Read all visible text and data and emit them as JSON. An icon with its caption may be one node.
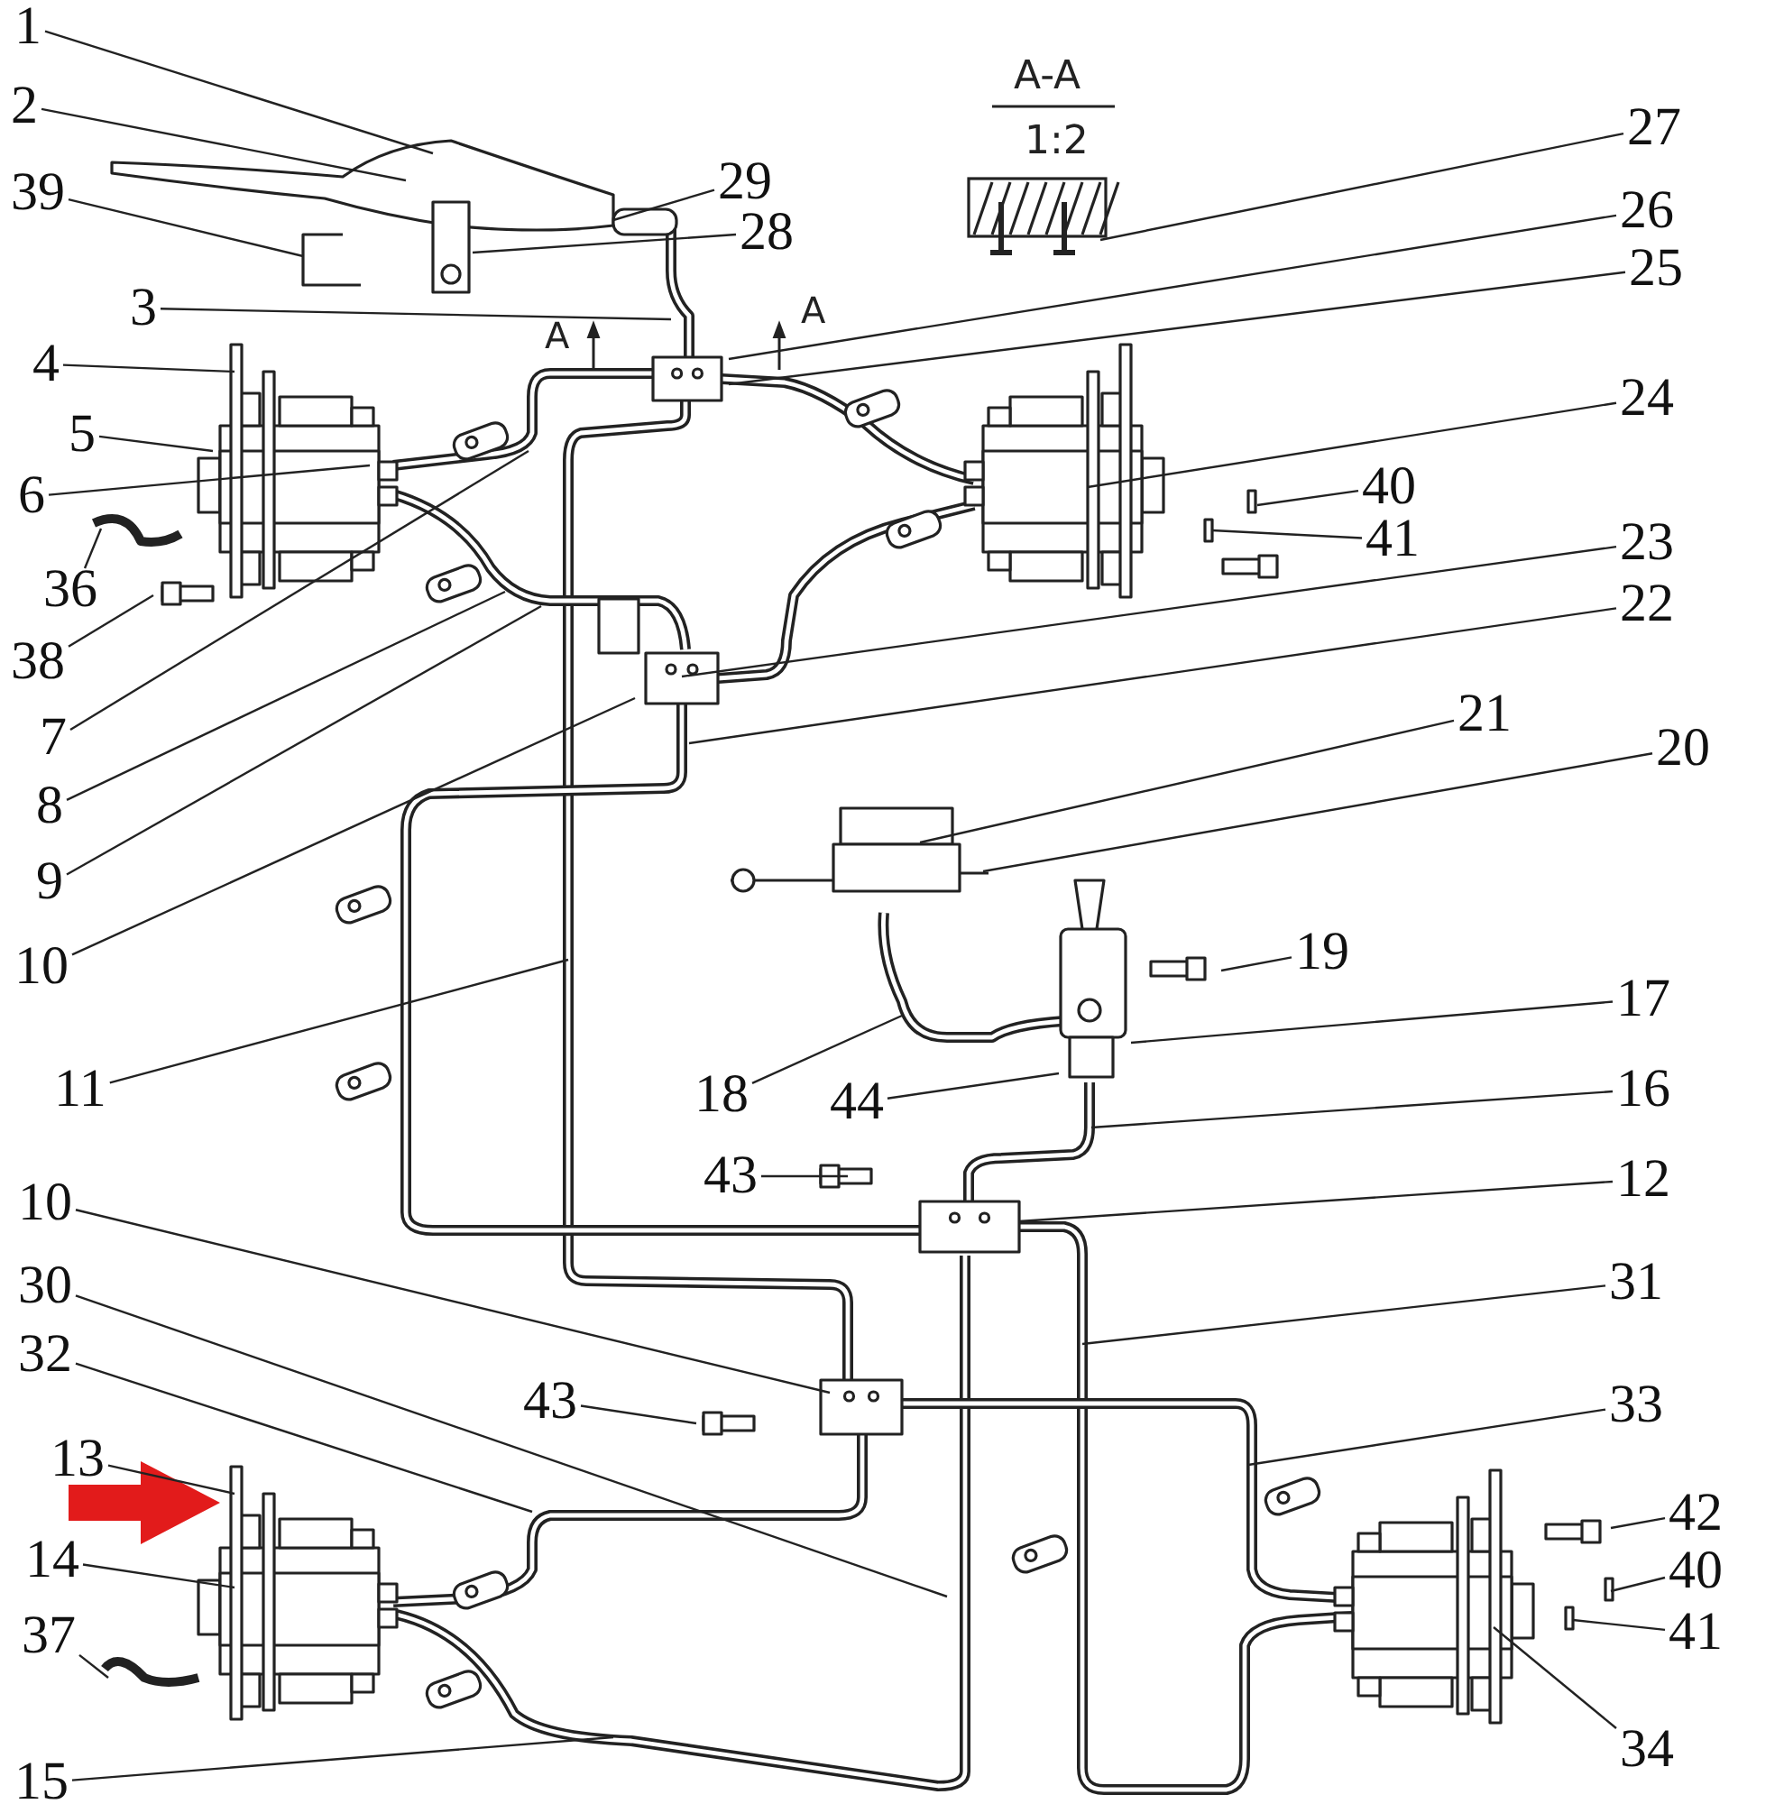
{
  "diagram": {
    "nodes": [
      {
        "text": [
          "1"
        ]
      },
      {
        "text": [
          "2"
        ]
      },
      {
        "text": [
          "27"
        ]
      },
      {
        "text": [
          "29"
        ]
      },
      {
        "text": [
          "39"
        ]
      },
      {
        "text": [
          "28"
        ]
      },
      {
        "text": [
          "26"
        ]
      },
      {
        "text": [
          "3"
        ]
      },
      {
        "text": [
          "25"
        ]
      },
      {
        "text": [
          "4"
        ]
      },
      {
        "text": [
          "24"
        ]
      },
      {
        "text": [
          "5"
        ]
      },
      {
        "text": [
          "40"
        ]
      },
      {
        "text": [
          "6"
        ]
      },
      {
        "text": [
          "41"
        ]
      },
      {
        "text": [
          "23"
        ]
      },
      {
        "text": [
          "36"
        ]
      },
      {
        "text": [
          "22"
        ]
      },
      {
        "text": [
          "38"
        ]
      },
      {
        "text": [
          "7"
        ]
      },
      {
        "text": [
          "21"
        ]
      },
      {
        "text": [
          "20"
        ]
      },
      {
        "text": [
          "8"
        ]
      },
      {
        "text": [
          "9"
        ]
      },
      {
        "text": [
          "19"
        ]
      },
      {
        "text": [
          "10"
        ]
      },
      {
        "text": [
          "17"
        ]
      },
      {
        "text": [
          "11"
        ]
      },
      {
        "text": [
          "18"
        ]
      },
      {
        "text": [
          "44"
        ]
      },
      {
        "text": [
          "16"
        ]
      },
      {
        "text": [
          "43"
        ]
      },
      {
        "text": [
          "12"
        ]
      },
      {
        "text": [
          "10"
        ]
      },
      {
        "text": [
          "31"
        ]
      },
      {
        "text": [
          "30"
        ]
      },
      {
        "text": [
          "32"
        ]
      },
      {
        "text": [
          "43"
        ]
      },
      {
        "text": [
          "33"
        ]
      },
      {
        "text": [
          "13"
        ]
      },
      {
        "text": [
          "42"
        ]
      },
      {
        "text": [
          "14"
        ]
      },
      {
        "text": [
          "40"
        ]
      },
      {
        "text": [
          "37"
        ]
      },
      {
        "text": [
          "41"
        ]
      },
      {
        "text": [
          "34"
        ]
      },
      {
        "text": [
          "15"
        ]
      }
    ],
    "edges": [
      {
        "from": 0,
        "to": null,
        "arrow": "none"
      },
      {
        "from": 1,
        "to": null,
        "arrow": "none"
      },
      {
        "from": 2,
        "to": null,
        "arrow": "none"
      },
      {
        "from": 3,
        "to": null,
        "arrow": "none"
      },
      {
        "from": 4,
        "to": null,
        "arrow": "none"
      },
      {
        "from": 5,
        "to": null,
        "arrow": "none"
      },
      {
        "from": 6,
        "to": null,
        "arrow": "none"
      },
      {
        "from": 7,
        "to": null,
        "arrow": "none"
      },
      {
        "from": 8,
        "to": null,
        "arrow": "none"
      },
      {
        "from": 9,
        "to": null,
        "arrow": "none"
      },
      {
        "from": 10,
        "to": null,
        "arrow": "none"
      },
      {
        "from": 11,
        "to": null,
        "arrow": "none"
      },
      {
        "from": 12,
        "to": null,
        "arrow": "none"
      },
      {
        "from": 13,
        "to": null,
        "arrow": "none"
      },
      {
        "from": 14,
        "to": null,
        "arrow": "none"
      },
      {
        "from": 15,
        "to": null,
        "arrow": "none"
      },
      {
        "from": 16,
        "to": null,
        "arrow": "none"
      },
      {
        "from": 17,
        "to": null,
        "arrow": "none"
      },
      {
        "from": 18,
        "to": null,
        "arrow": "none"
      },
      {
        "from": 19,
        "to": null,
        "arrow": "none"
      },
      {
        "from": 20,
        "to": null,
        "arrow": "none"
      },
      {
        "from": 21,
        "to": null,
        "arrow": "none"
      },
      {
        "from": 22,
        "to": null,
        "arrow": "none"
      },
      {
        "from": 23,
        "to": null,
        "arrow": "none"
      },
      {
        "from": 24,
        "to": null,
        "arrow": "none"
      },
      {
        "from": 25,
        "to": null,
        "arrow": "none"
      },
      {
        "from": 26,
        "to": null,
        "arrow": "none"
      },
      {
        "from": 27,
        "to": null,
        "arrow": "none"
      },
      {
        "from": 28,
        "to": null,
        "arrow": "none"
      },
      {
        "from": 29,
        "to": null,
        "arrow": "none"
      },
      {
        "from": 30,
        "to": null,
        "arrow": "none"
      },
      {
        "from": 31,
        "to": null,
        "arrow": "none"
      },
      {
        "from": 32,
        "to": null,
        "arrow": "none"
      },
      {
        "from": 33,
        "to": null,
        "arrow": "none"
      },
      {
        "from": 34,
        "to": null,
        "arrow": "none"
      },
      {
        "from": 35,
        "to": null,
        "arrow": "none"
      },
      {
        "from": 36,
        "to": null,
        "arrow": "none"
      },
      {
        "from": 37,
        "to": null,
        "arrow": "none"
      },
      {
        "from": 38,
        "to": null,
        "arrow": "none"
      },
      {
        "from": 39,
        "to": null,
        "arrow": "none"
      },
      {
        "from": 40,
        "to": null,
        "arrow": "none"
      },
      {
        "from": 41,
        "to": null,
        "arrow": "none"
      },
      {
        "from": 42,
        "to": null,
        "arrow": "none"
      },
      {
        "from": 43,
        "to": null,
        "arrow": "none"
      },
      {
        "from": 44,
        "to": null,
        "arrow": "none"
      },
      {
        "from": 45,
        "to": null,
        "arrow": "none"
      },
      {
        "from": 46,
        "to": null,
        "arrow": "none"
      }
    ],
    "labels": [
      "A-A",
      "1:2",
      "A",
      "A"
    ]
  }
}
